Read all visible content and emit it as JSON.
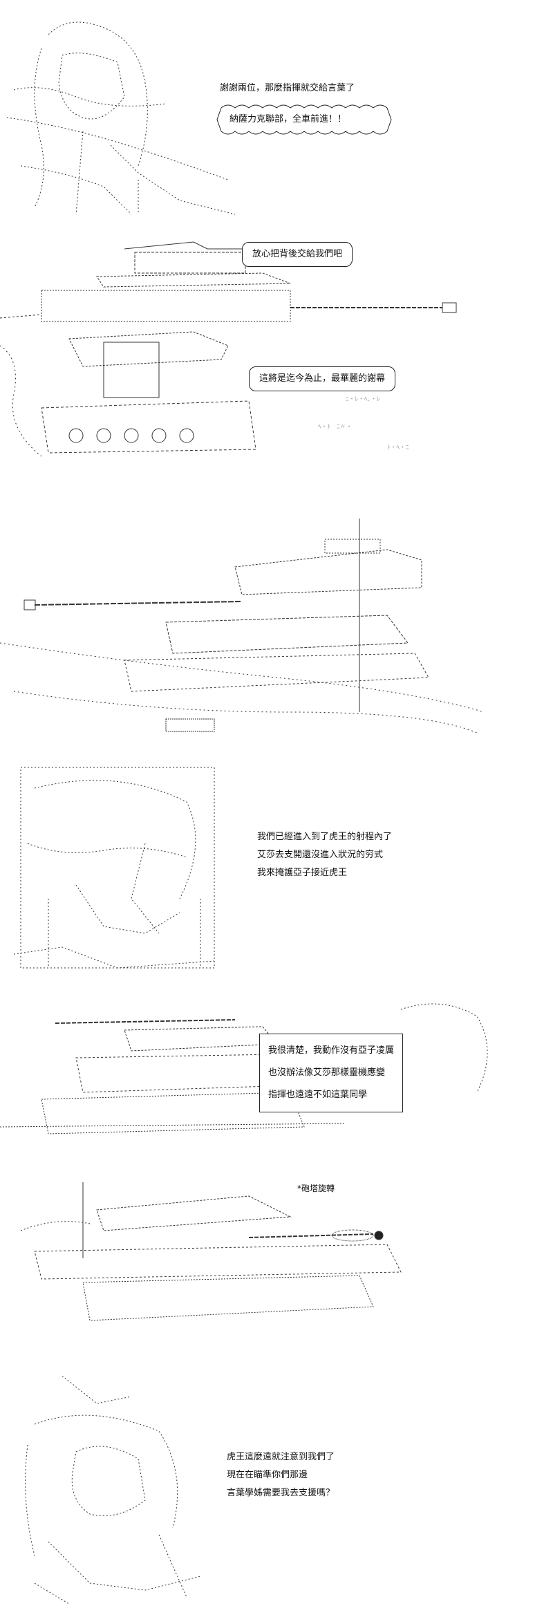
{
  "panels": {
    "p1": {
      "line1": "謝謝兩位，那麼指揮就交給言葉了",
      "line2": "納薩力克聯部，全車前進！！"
    },
    "p2": {
      "bubble1": "放心把背後交給我們吧",
      "bubble2": "這將是迄今為止，最華麗的謝幕"
    },
    "p4": {
      "lines": [
        "我們已經進入到了虎王的射程內了",
        "艾莎去支開還沒進入狀況的穷式",
        "我來掩護亞子接近虎王"
      ]
    },
    "p5": {
      "lines": [
        "我很清楚，我動作沒有亞子凌厲",
        "也沒辦法像艾莎那樣靈機應變",
        "指揮也遠遠不如這葉同學"
      ]
    },
    "p6": {
      "label": "*砲塔旋轉"
    },
    "p7": {
      "lines": [
        "虎王這麼遠就注意到我們了",
        "現在在瞄準你們那邊",
        "言葉學姊需要我去支援嗎？"
      ]
    }
  }
}
